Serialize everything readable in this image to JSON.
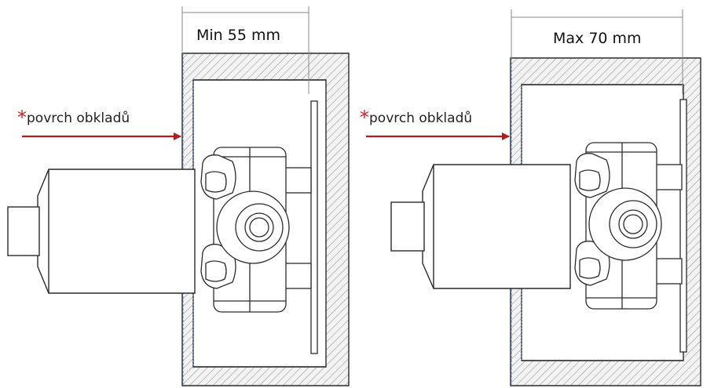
{
  "panels": [
    {
      "dimension_label": "Min 55 mm",
      "note_asterisk": "*",
      "note_text": "povrch obkladů"
    },
    {
      "dimension_label": "Max 70 mm",
      "note_asterisk": "*",
      "note_text": "povrch obkladů"
    }
  ],
  "colors": {
    "arrow": "#b71c1c",
    "asterisk": "#d32020",
    "wall_hatch": "#9a9a9a",
    "line": "#2b2b2b",
    "surface_line": "#5b8fd6"
  }
}
